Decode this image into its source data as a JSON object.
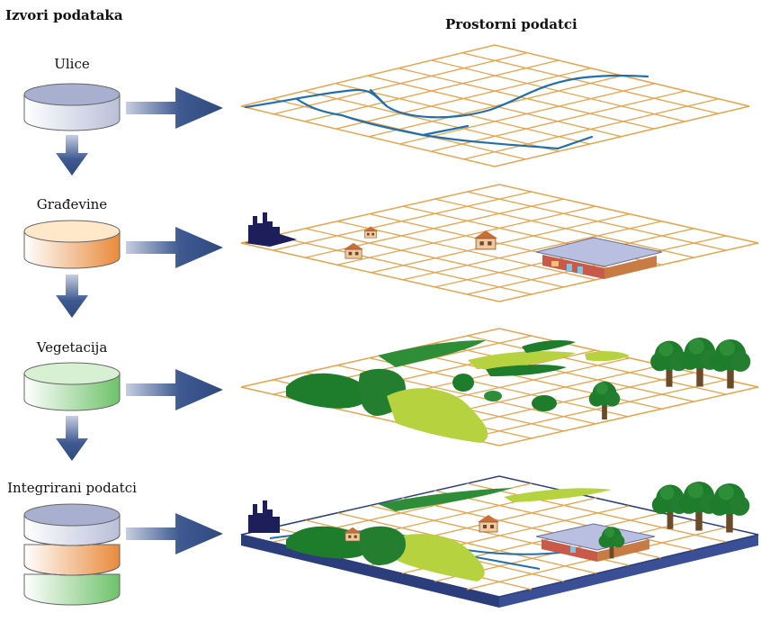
{
  "headers": {
    "sources": "Izvori podataka",
    "spatial": "Prostorni podatci"
  },
  "sources": [
    {
      "label": "Ulice",
      "fill": "#b9bfd8"
    },
    {
      "label": "Građevine",
      "fill": "#e98a3c"
    },
    {
      "label": "Vegetacija",
      "fill": "#6ec26a"
    },
    {
      "label": "Integrirani podatci",
      "fills": [
        "#b9bfd8",
        "#e98a3c",
        "#6ec26a"
      ]
    }
  ],
  "colors": {
    "grid": "#e6a44c",
    "arrow": "#2f4a7d",
    "road": "#1f6fae",
    "tree_dark": "#1e7d2a",
    "tree_light": "#b7d23f",
    "base_block": "#2c3d7c",
    "city": "#1c1f5a"
  }
}
